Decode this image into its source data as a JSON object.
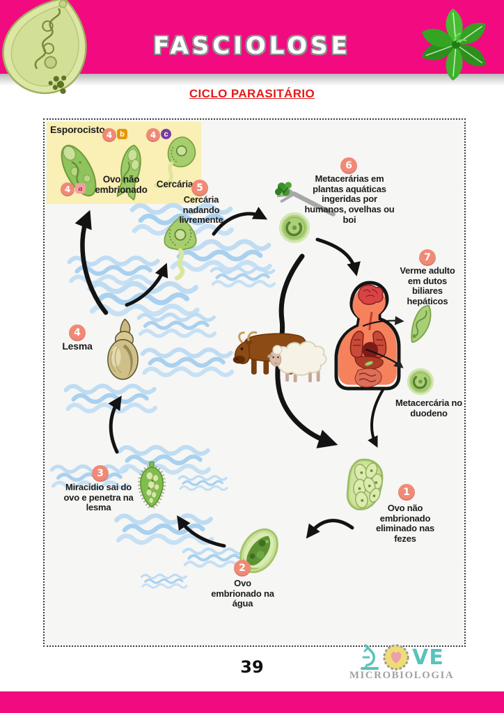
{
  "header": {
    "title": "FASCIOLOSE"
  },
  "subtitle": "CICLO PARASITÁRIO",
  "legend_box": {
    "esporocisto": "Esporocisto",
    "ovo_nao_embrionado": "Ovo não embrionado",
    "cercaria": "Cercária",
    "badge_number": "4",
    "sub_a": "a",
    "sub_b": "b",
    "sub_c": "c"
  },
  "steps": [
    {
      "number": "1",
      "label": "Ovo não embrionado eliminado nas fezes"
    },
    {
      "number": "2",
      "label": "Ovo embrionado na água"
    },
    {
      "number": "3",
      "label": "Miracidio sai do ovo e penetra na lesma"
    },
    {
      "number": "4",
      "label": "Lesma"
    },
    {
      "number": "5",
      "label": "Cercária nadando livremente"
    },
    {
      "number": "6",
      "label": "Metacerárias em plantas aquáticas ingeridas por humanos, ovelhas ou boi"
    },
    {
      "number": "7",
      "label": "Verme adulto em dutos biliares hepáticos"
    }
  ],
  "annotations": {
    "metacercaria_duodeno": "Metacercária no duodeno"
  },
  "footer": {
    "page_number": "39",
    "logo_ve": "VE",
    "logo_micro": "MICROBIOLOGIA"
  },
  "colors": {
    "header_pink": "#F20A80",
    "subtitle_red": "#E21B1B",
    "badge_coral": "#F18977",
    "legend_yellow": "#FAEFB4",
    "wave_blue": "#AFD4EF",
    "logo_teal": "#58C3BB",
    "parasite_green": "#9ACB66",
    "human_body": "#F5825C"
  }
}
